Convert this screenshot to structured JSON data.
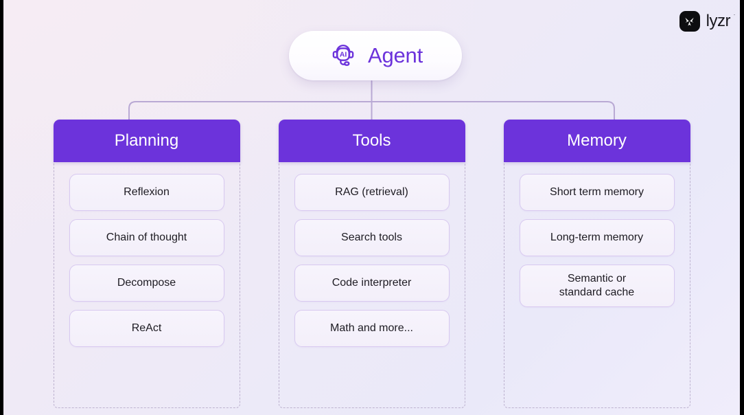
{
  "brand": {
    "name": "lyzr",
    "trademark": "·",
    "mark_icon": "lyzr-butterfly-mark-icon",
    "mark_bg": "#0d0d10"
  },
  "root": {
    "label": "Agent",
    "icon": "ai-headset-icon",
    "accent": "#6c33db"
  },
  "diagram": {
    "type": "tree",
    "header_color": "#6c33db",
    "item_border_color": "#d8c9f0",
    "connector_color": "#b9a9d4",
    "columns": [
      {
        "title": "Planning",
        "items": [
          {
            "label": "Reflexion"
          },
          {
            "label": "Chain of thought"
          },
          {
            "label": "Decompose"
          },
          {
            "label": "ReAct"
          }
        ]
      },
      {
        "title": "Tools",
        "items": [
          {
            "label": "RAG (retrieval)"
          },
          {
            "label": "Search tools"
          },
          {
            "label": "Code interpreter"
          },
          {
            "label": "Math and more..."
          }
        ]
      },
      {
        "title": "Memory",
        "items": [
          {
            "label": "Short term memory"
          },
          {
            "label": "Long-term memory"
          },
          {
            "label": "Semantic or\nstandard cache"
          }
        ]
      }
    ]
  }
}
